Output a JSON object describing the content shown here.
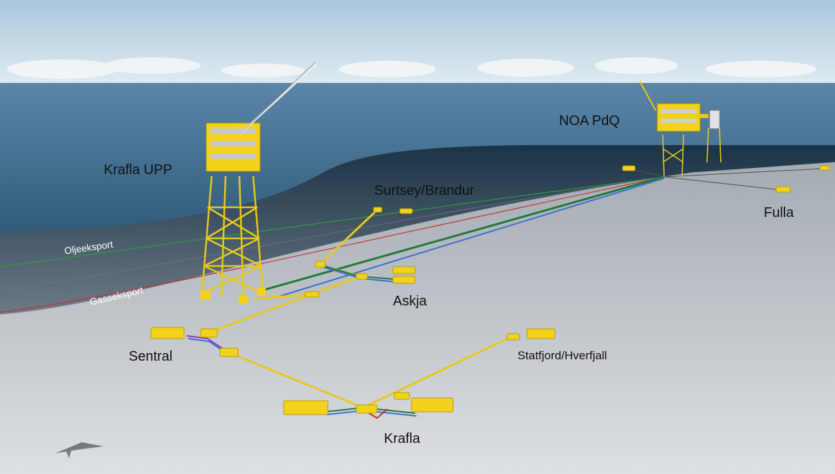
{
  "diagram": {
    "fields": {
      "krafla_upp": "Krafla UPP",
      "noa_pdq": "NOA PdQ",
      "surtsey_brandur": "Surtsey/Brandur",
      "fulla": "Fulla",
      "askja": "Askja",
      "sentral": "Sentral",
      "statfjord_hverfjall": "Statfjord/Hverfjall",
      "krafla": "Krafla"
    },
    "pipelines": {
      "oil_export": "Oljeeksport",
      "gas_export": "Gasseksport"
    },
    "colors": {
      "sky": "#d6e6ef",
      "sea_surface": "#3f6e93",
      "seabed": "#d3d6d9",
      "structure": "#f2d21a",
      "oil_export_line": "#2e9e3a",
      "gas_export_line": "#c4322e",
      "flowline_blue": "#3b6fd0",
      "flowline_green": "#1f7a3c",
      "flowline_purple": "#8a3fb0"
    },
    "north_arrow_icon": "north-arrow-icon"
  }
}
